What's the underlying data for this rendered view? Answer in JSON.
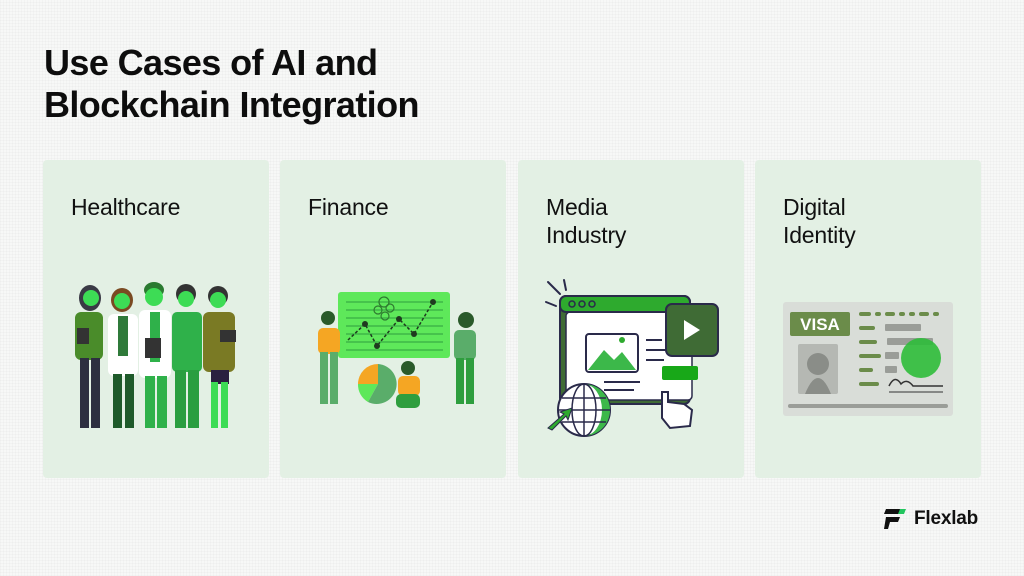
{
  "slide": {
    "title_lines": [
      "Use Cases of AI and",
      "Blockchain Integration"
    ]
  },
  "cards": [
    {
      "title_lines": [
        "Healthcare"
      ],
      "illustration": "medical-team-illustration"
    },
    {
      "title_lines": [
        "Finance"
      ],
      "illustration": "financial-chart-team-illustration"
    },
    {
      "title_lines": [
        "Media",
        "Industry"
      ],
      "illustration": "web-media-browser-illustration"
    },
    {
      "title_lines": [
        "Digital",
        "Identity"
      ],
      "illustration": "visa-id-card-illustration",
      "card_label": "VISA"
    }
  ],
  "brand": {
    "name": "Flexlab",
    "accent": "#22c55e"
  },
  "colors": {
    "card_bg": "#e3f0e4",
    "green_bright": "#4ade4a",
    "green_mid": "#2e9e3e",
    "green_dark": "#3f6b35",
    "orange": "#f5a623",
    "text": "#111111"
  }
}
